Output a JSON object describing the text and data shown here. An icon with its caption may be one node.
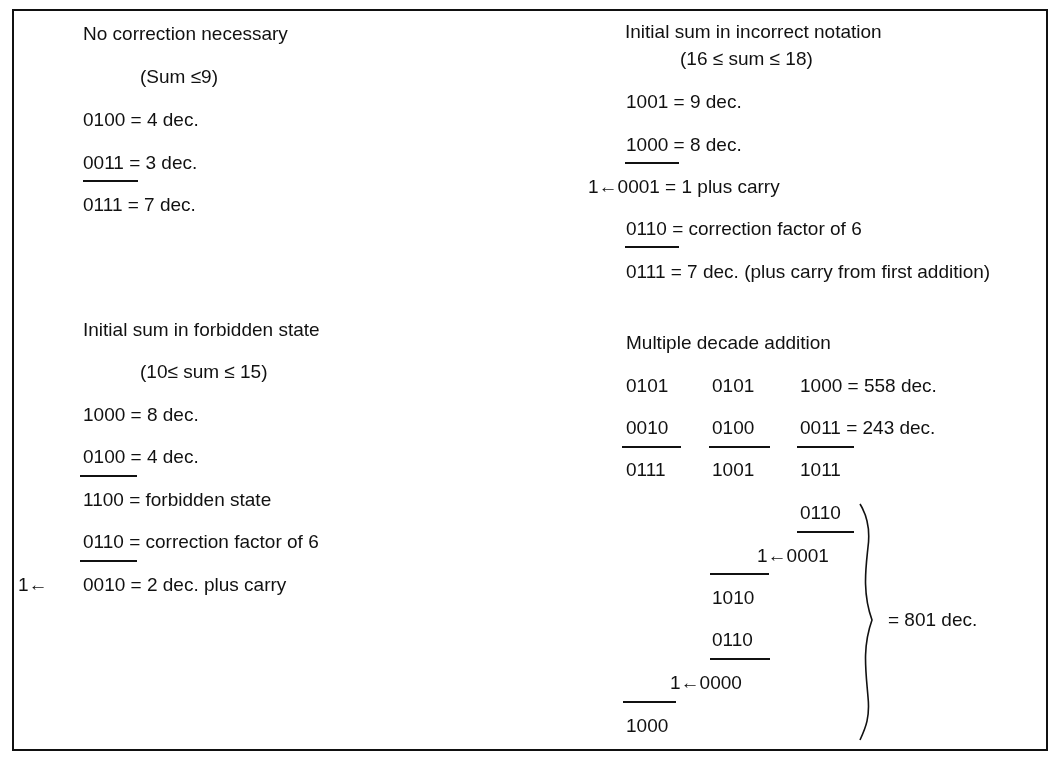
{
  "diagram": {
    "labels": [
      "No correction necessary",
      "(Sum ≤9)",
      "0100 = 4 dec.",
      "0011 = 3 dec.",
      "0111 = 7 dec.",
      "Initial sum in forbidden state",
      "(10≤ sum ≤ 15)",
      "1000 = 8 dec.",
      "0100 = 4 dec.",
      "1100 = forbidden state",
      "0110 = correction factor of 6",
      "1←",
      "0010 = 2 dec. plus carry",
      "Initial sum in incorrect notation",
      "(16 ≤ sum ≤ 18)",
      "1001 = 9 dec.",
      "1000 = 8 dec.",
      "1←0001 = 1 plus carry",
      "0110 = correction factor of 6",
      "0111 = 7 dec. (plus carry from first addition)",
      "Multiple decade addition",
      "0101",
      "0101",
      "1000 = 558 dec.",
      "0010",
      "0100",
      "0011 = 243 dec.",
      "0111",
      "1001",
      "1011",
      "0110",
      "1←0001",
      "1010",
      "0110",
      "1←0000",
      "1000",
      "= 801 dec."
    ]
  }
}
